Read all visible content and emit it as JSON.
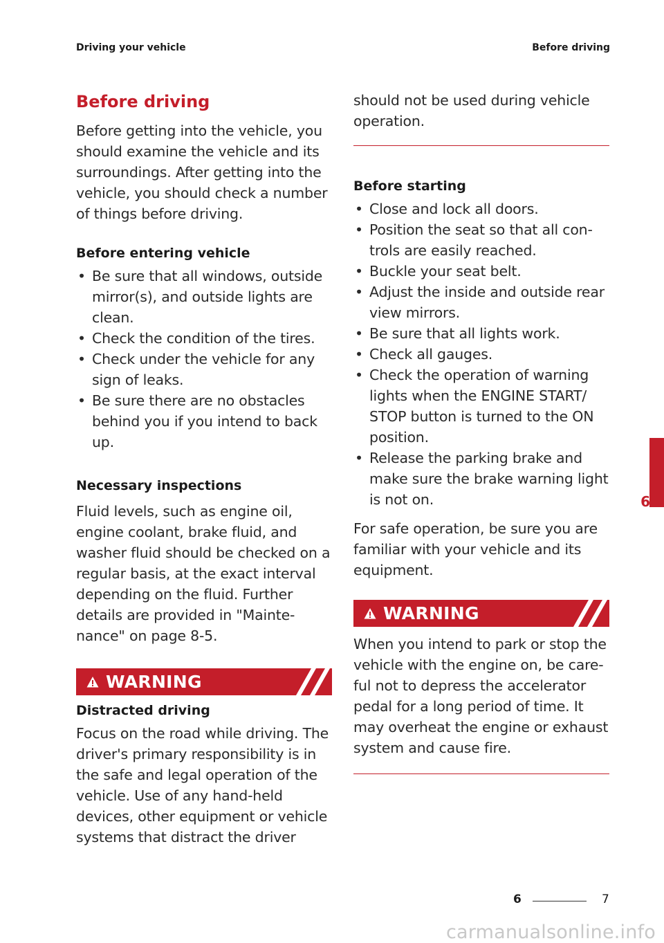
{
  "header": {
    "left": "Driving your vehicle",
    "right": "Before driving"
  },
  "left_column": {
    "title": "Before driving",
    "intro": [
      "Before getting into the vehicle, you",
      "should examine the vehicle and its",
      "surroundings. After getting into the",
      "vehicle, you should check a number",
      "of things before driving."
    ],
    "entering_heading": "Before entering vehicle",
    "entering_items": [
      [
        "Be sure that all windows, outside",
        "mirror(s), and outside lights are",
        "clean."
      ],
      [
        "Check the condition of the tires."
      ],
      [
        "Check under the vehicle for any",
        "sign of leaks."
      ],
      [
        "Be sure there are no obstacles",
        "behind you if you intend to back",
        "up."
      ]
    ],
    "inspections_heading": "Necessary inspections",
    "inspections_text": [
      "Fluid levels, such as engine oil,",
      "engine coolant, brake fluid, and",
      "washer fluid should be checked on a",
      "regular basis, at the exact interval",
      "depending on the fluid. Further",
      "details are provided in \"Mainte-",
      "nance\" on page 8-5."
    ],
    "warning_label": "WARNING",
    "warning_heading": "Distracted driving",
    "warning_text": [
      "Focus on the road while driving. The",
      "driver's primary responsibility is in",
      "the safe and legal operation of the",
      "vehicle. Use of any hand-held",
      "devices, other equipment or vehicle",
      "systems that distract the driver"
    ]
  },
  "right_column": {
    "continuation": [
      "should not be used during vehicle",
      "operation."
    ],
    "starting_heading": "Before starting",
    "starting_items": [
      [
        "Close and lock all doors."
      ],
      [
        "Position the seat so that all con-",
        "trols are easily reached."
      ],
      [
        "Buckle your seat belt."
      ],
      [
        "Adjust the inside and outside rear",
        "view mirrors."
      ],
      [
        "Be sure that all lights work."
      ],
      [
        "Check all gauges."
      ],
      [
        "Check the operation of warning",
        "lights when the ENGINE START/",
        "STOP button is turned to the ON",
        "position."
      ],
      [
        "Release the parking brake and",
        "make sure the brake warning light",
        "is not on."
      ]
    ],
    "safe_text": [
      "For safe operation, be sure you are",
      "familiar with your vehicle and its",
      "equipment."
    ],
    "warning_label": "WARNING",
    "warning_text": [
      "When you intend to park or stop the",
      "vehicle with the engine on, be care-",
      "ful not to depress the accelerator",
      "pedal for a long period of time. It",
      "may overheat the engine or exhaust",
      "system and cause fire."
    ]
  },
  "chapter_tab": "6",
  "footer": {
    "section": "6",
    "page": "7"
  },
  "watermark": "carmanualsonline.info",
  "colors": {
    "accent": "#c41e2a",
    "text": "#2a2a2a"
  }
}
